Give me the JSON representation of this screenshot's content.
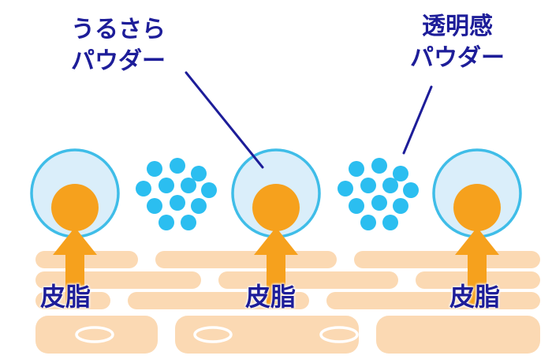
{
  "labels": {
    "left_powder": "うるさら\nパウダー",
    "right_powder": "透明感\nパウダー",
    "sebum": "皮脂"
  },
  "icons": {
    "large_pale_circle": "urusara-powder-particle",
    "cyan_dot_cluster": "toumeikan-powder-particles",
    "orange_circle": "absorbed-sebum-drop",
    "orange_up_arrow": "sebum-rising-arrow",
    "peach_rounded_block": "skin-layer-cell",
    "white_oval": "skin-cell-nucleus",
    "navy_line": "label-pointer-line"
  },
  "colors": {
    "background": "#ffffff",
    "text_navy": "#1d1d99",
    "circle_fill": "#daeefa",
    "circle_stroke": "#3fbde8",
    "orange": "#f6a11d",
    "dot_cyan": "#2bbef0",
    "skin_peach": "#fbd9b3",
    "nucleus_outline": "#ffffff"
  }
}
